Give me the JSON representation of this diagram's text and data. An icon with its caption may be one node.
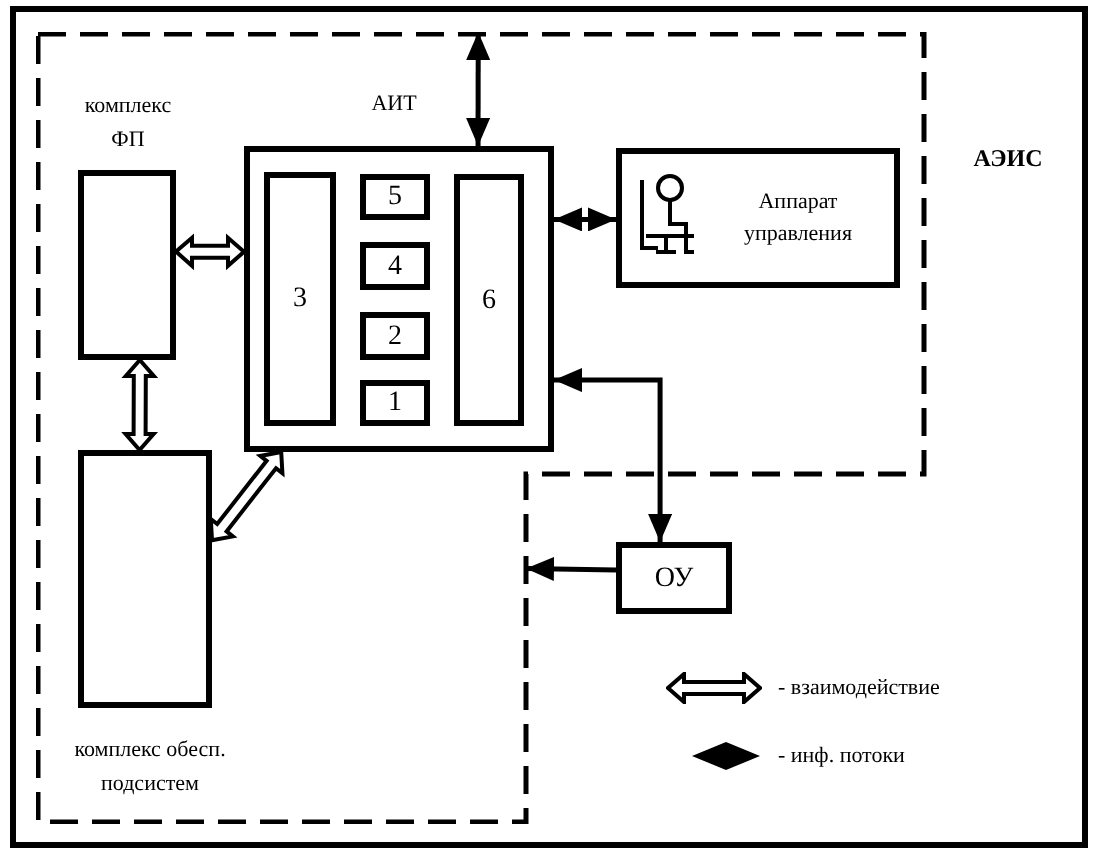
{
  "diagram": {
    "nodes": [
      {
        "text": [
          "АЭИС"
        ]
      },
      {
        "text": [
          "комплекс ФП"
        ],
        "in": 0
      },
      {
        "text": [
          "АИТ"
        ],
        "in": 0
      },
      {
        "text": [
          "3"
        ],
        "in": 2
      },
      {
        "text": [
          "5"
        ],
        "in": 2
      },
      {
        "text": [
          "4"
        ],
        "in": 2
      },
      {
        "text": [
          "2"
        ],
        "in": 2
      },
      {
        "text": [
          "1"
        ],
        "in": 2
      },
      {
        "text": [
          "6"
        ],
        "in": 2
      },
      {
        "text": [
          "Аппарат управления"
        ],
        "in": 0
      },
      {
        "text": [
          "комплекс обесп. подсистем"
        ],
        "in": 0
      },
      {
        "text": [
          "ОУ"
        ]
      }
    ],
    "edges": [
      {
        "from": 1,
        "to": 2,
        "arrow": "both",
        "style": "thick"
      },
      {
        "from": 1,
        "to": 10,
        "arrow": "both",
        "style": "thick"
      },
      {
        "from": 10,
        "to": 2,
        "arrow": "both",
        "style": "thick"
      },
      {
        "from": 0,
        "to": 2,
        "arrow": "both"
      },
      {
        "from": 2,
        "to": 9,
        "arrow": "both"
      },
      {
        "from": 2,
        "to": 11,
        "arrow": "both"
      },
      {
        "from": 11,
        "to": 0,
        "arrow": "to"
      }
    ],
    "legend": [
      {
        "text": "- взаимодействие"
      },
      {
        "text": "- инф. потоки"
      }
    ]
  }
}
